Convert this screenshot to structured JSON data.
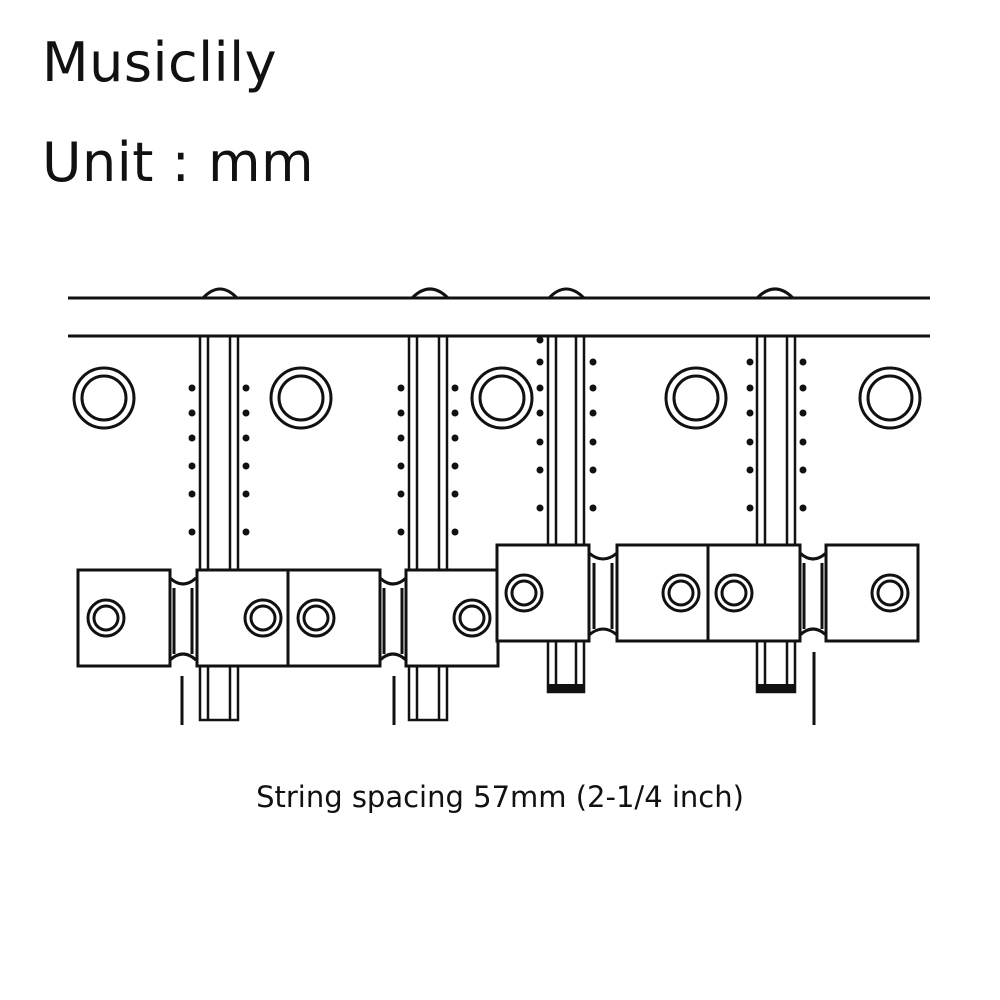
{
  "header": {
    "brand": "Musiclily",
    "unit_label": "Unit : mm"
  },
  "diagram": {
    "subject": "bass-bridge-top-view",
    "saddle_pairs": 4,
    "mounting_holes": 5,
    "stroke_color": "#111111",
    "background_color": "#ffffff"
  },
  "caption": {
    "text": "String spacing 57mm (2-1/4 inch)"
  }
}
